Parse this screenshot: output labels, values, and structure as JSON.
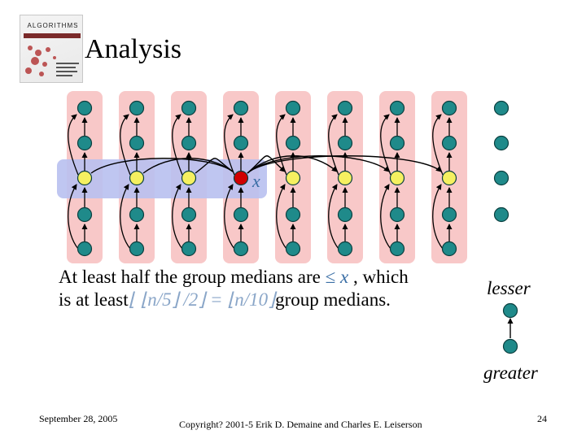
{
  "slide": {
    "title": "Analysis",
    "cover_title": "ALGORITHMS",
    "line1": {
      "pre": "At least half the group medians are ",
      "leq": "≤",
      "x": "x",
      "post": " , which"
    },
    "line2": {
      "pre": "is at least",
      "formula": "⌊ ⌊n/5⌋ /2⌋ = ⌊n/10⌋",
      "post": "group medians."
    },
    "x_label": "x",
    "legend": {
      "lesser": "lesser",
      "greater": "greater"
    },
    "footer": {
      "date": "September 28, 2005",
      "copyright": "Copyright?   2001-5 Erik D. Demaine and Charles E. Leiserson",
      "page": "24"
    }
  },
  "colors": {
    "column_fill": "#f8c8c8",
    "highlight_fill": "#b8c0f0",
    "node_teal": "#1f8a8a",
    "node_yellow": "#f5f060",
    "node_red": "#d00000",
    "x_color": "#3a6ea5"
  }
}
